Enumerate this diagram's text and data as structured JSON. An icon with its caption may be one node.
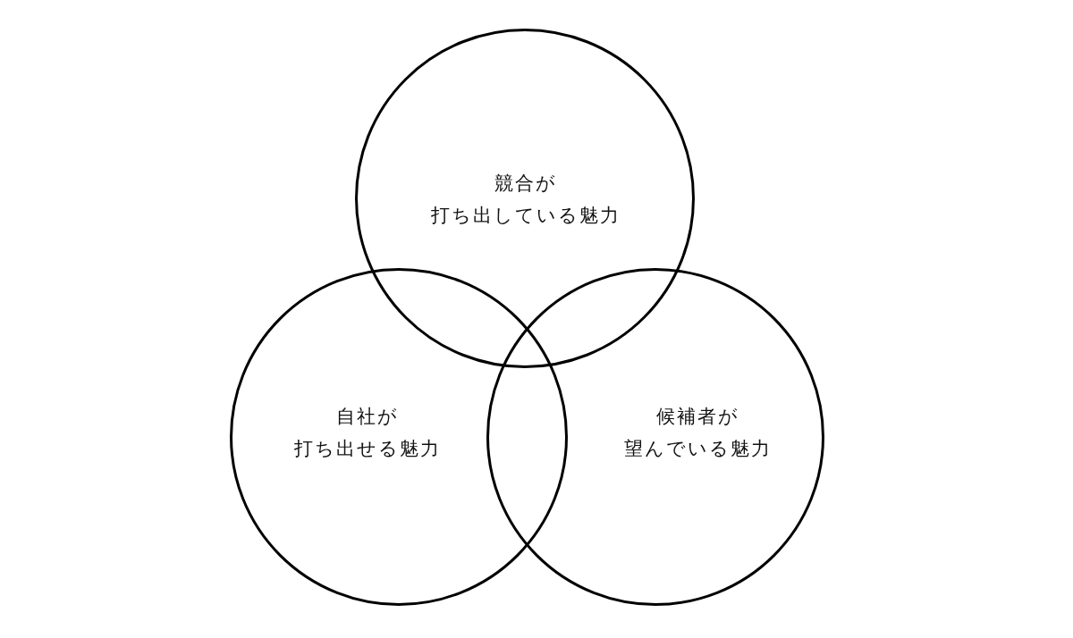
{
  "diagram": {
    "nodes": [
      {
        "text": [
          "競合が",
          "打ち出している魅力"
        ]
      },
      {
        "text": [
          "自社が",
          "打ち出せる魅力"
        ]
      },
      {
        "text": [
          "候補者が",
          "望んでいる魅力"
        ]
      }
    ]
  }
}
